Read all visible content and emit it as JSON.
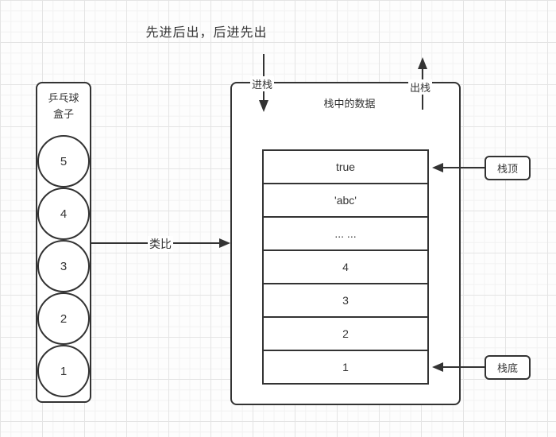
{
  "title": "先进后出，后进先出",
  "left_box": {
    "label_line1": "乒乓球",
    "label_line2": "盒子",
    "balls": [
      "5",
      "4",
      "3",
      "2",
      "1"
    ]
  },
  "analogy_arrow": {
    "label": "类比"
  },
  "stack_box": {
    "push_label": "进栈",
    "pop_label": "出栈",
    "title": "栈中的数据",
    "rows": [
      "true",
      "'abc'",
      "... ...",
      "4",
      "3",
      "2",
      "1"
    ]
  },
  "annotations": {
    "top_label": "栈顶",
    "bottom_label": "栈底"
  },
  "colors": {
    "stroke": "#333333",
    "text": "#333333",
    "background": "#fdfdfd",
    "grid_minor": "#f2f2f2",
    "grid_major": "#e4e4e4"
  }
}
